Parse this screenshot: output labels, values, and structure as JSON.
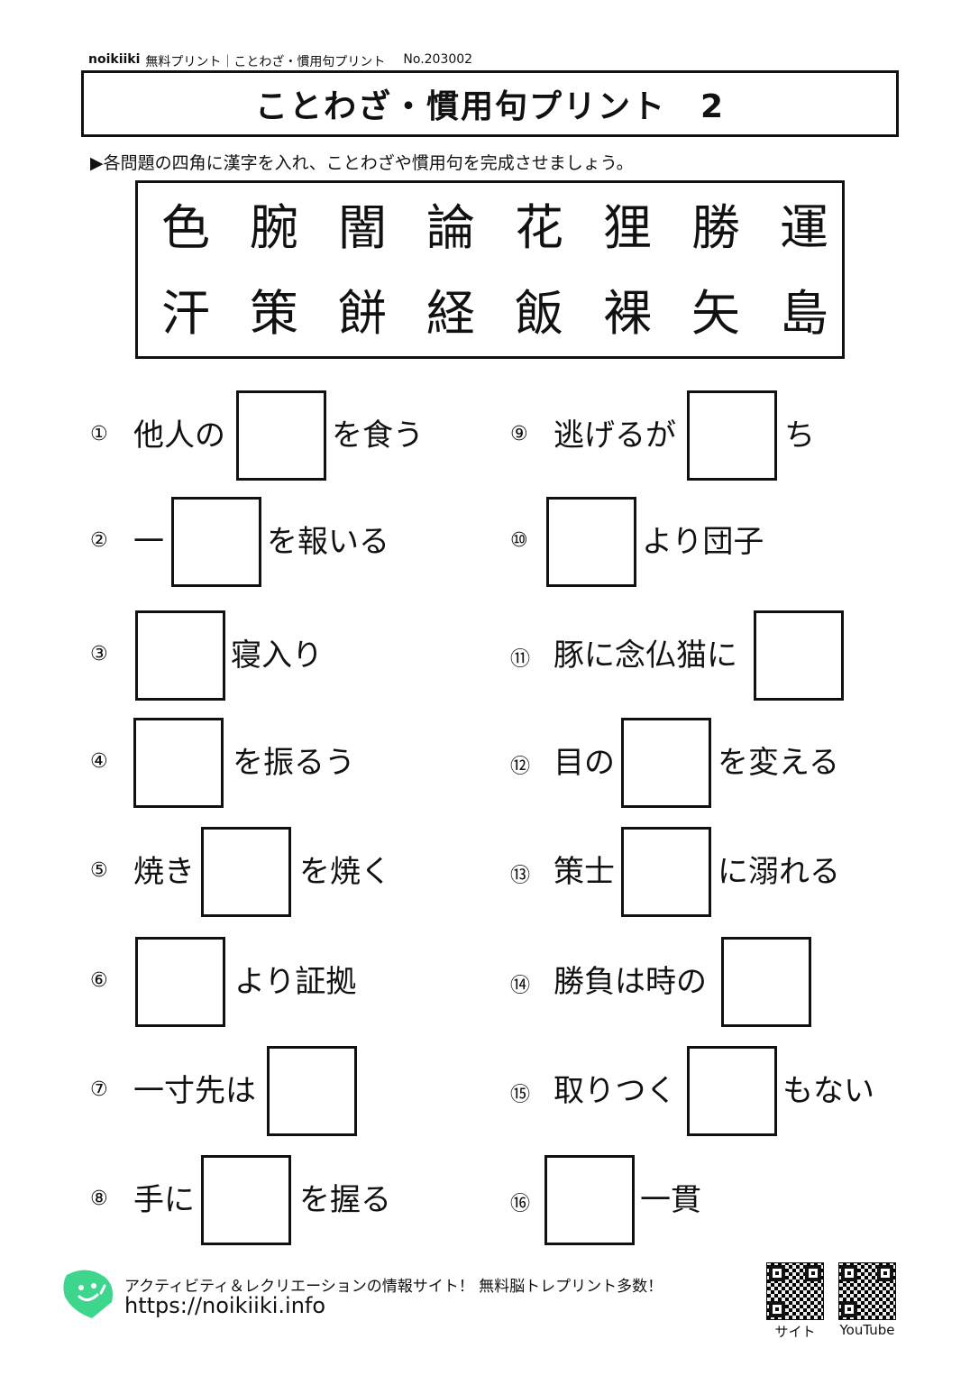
{
  "header": {
    "brand": "noikiiki",
    "category": "無料プリント｜ことわざ・慣用句プリント",
    "docno": "No.203002"
  },
  "title": "ことわざ・慣用句プリント　2",
  "instruction": "▶各問題の四角に漢字を入れ、ことわざや慣用句を完成させましょう。",
  "kanji": {
    "row1": [
      "色",
      "腕",
      "闇",
      "論",
      "花",
      "狸",
      "勝",
      "運"
    ],
    "row2": [
      "汗",
      "策",
      "餅",
      "経",
      "飯",
      "裸",
      "矢",
      "島"
    ]
  },
  "questions_left": [
    {
      "num": "①",
      "before": "他人の",
      "after": "を食う"
    },
    {
      "num": "②",
      "before": "一",
      "after": "を報いる"
    },
    {
      "num": "③",
      "before": "",
      "after": "寝入り"
    },
    {
      "num": "④",
      "before": "",
      "after": "を振るう"
    },
    {
      "num": "⑤",
      "before": "焼き",
      "after": "を焼く"
    },
    {
      "num": "⑥",
      "before": "",
      "after": "より証拠"
    },
    {
      "num": "⑦",
      "before": "一寸先は",
      "after": ""
    },
    {
      "num": "⑧",
      "before": "手に",
      "after": "を握る"
    }
  ],
  "questions_right": [
    {
      "num": "⑨",
      "before": "逃げるが",
      "after": "ち"
    },
    {
      "num": "⑩",
      "before": "",
      "after": "より団子"
    },
    {
      "num": "⑪",
      "before": "豚に念仏猫に",
      "after": ""
    },
    {
      "num": "⑫",
      "before": "目の",
      "after": "を変える"
    },
    {
      "num": "⑬",
      "before": "策士",
      "after": "に溺れる"
    },
    {
      "num": "⑭",
      "before": "勝負は時の",
      "after": ""
    },
    {
      "num": "⑮",
      "before": "取りつく",
      "after": "もない"
    },
    {
      "num": "⑯",
      "before": "",
      "after": "一貫"
    }
  ],
  "footer": {
    "tagline": "アクティビティ＆レクリエーションの情報サイト！ 無料脳トレプリント多数！",
    "url": "https://noikiiki.info",
    "qr_site_label": "サイト",
    "qr_youtube_label": "YouTube",
    "logo_color": "#3dd68c"
  }
}
